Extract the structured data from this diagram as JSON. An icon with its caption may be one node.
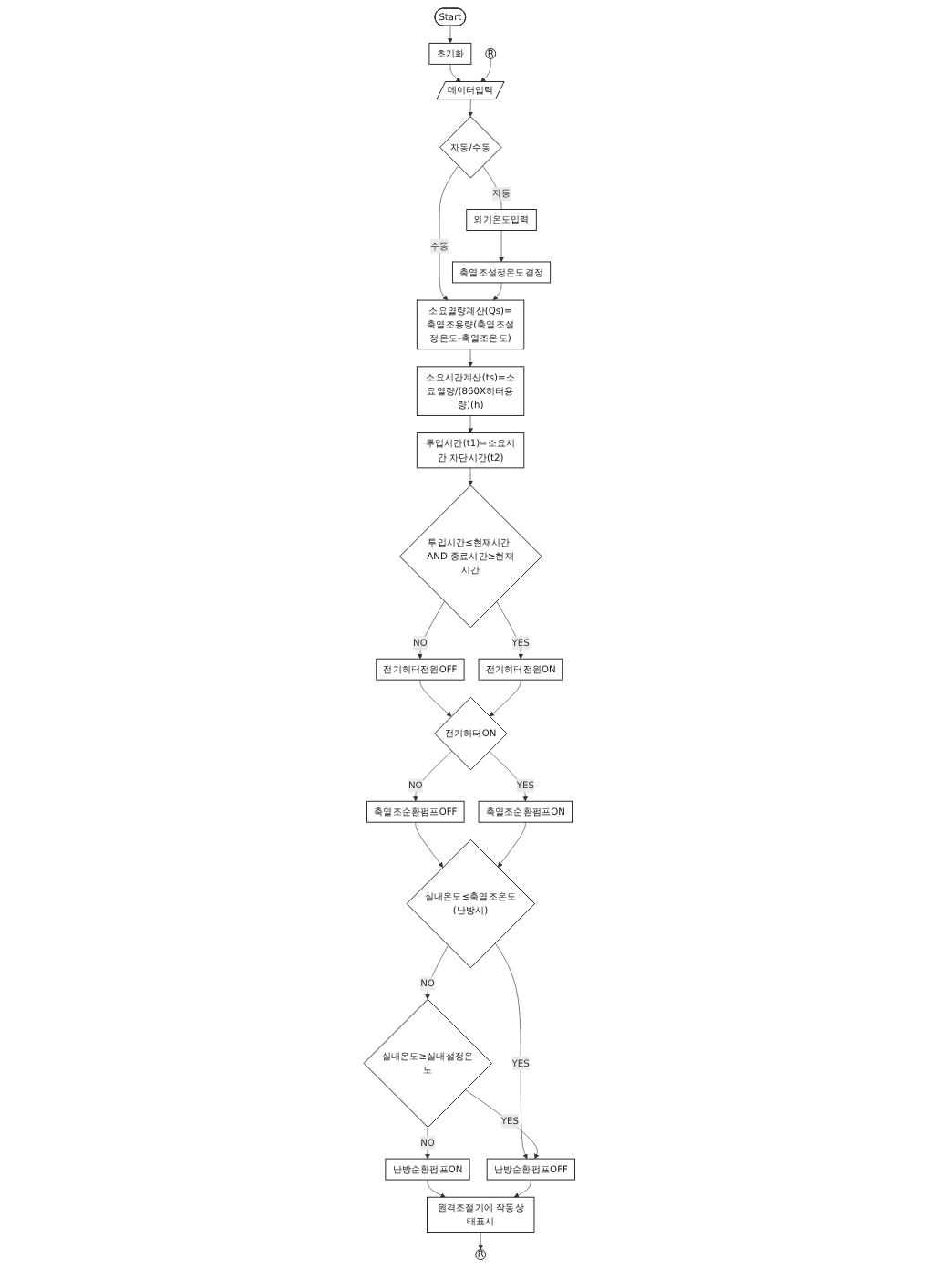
{
  "diagram": {
    "nodes": [
      {
        "text": [
          "Start"
        ]
      },
      {
        "text": [
          "초기화"
        ]
      },
      {
        "text": [
          "R"
        ]
      },
      {
        "text": [
          "데이터입력"
        ]
      },
      {
        "text": [
          "자동/수동"
        ]
      },
      {
        "text": [
          "외기온도입력"
        ]
      },
      {
        "text": [
          "축열조설정온도결정"
        ]
      },
      {
        "text": [
          "소요열량계산(Qs)=",
          "축열조용량(축열조설정온도-축열조온도)"
        ]
      },
      {
        "text": [
          "소요시간계산(ts)=소요열량/(860X히터용량)(h)"
        ]
      },
      {
        "text": [
          "투입시간(t1)=소요시간 차단시간(t2)"
        ]
      },
      {
        "text": [
          "투입시간≤현재시간 AND 종료시간≥현재시간"
        ]
      },
      {
        "text": [
          "전기히터전원OFF"
        ]
      },
      {
        "text": [
          "전기히터전원ON"
        ]
      },
      {
        "text": [
          "전기히터ON"
        ]
      },
      {
        "text": [
          "축열조순환펌프OFF"
        ]
      },
      {
        "text": [
          "축열조순환펌프ON"
        ]
      },
      {
        "text": [
          "실내온도≤축열조온도(난방시)"
        ]
      },
      {
        "text": [
          "실내온도≥실내설정온도"
        ]
      },
      {
        "text": [
          "난방순환펌프ON"
        ]
      },
      {
        "text": [
          "난방순환펌프OFF"
        ]
      },
      {
        "text": [
          "원격조절기에 작동상태표시"
        ]
      },
      {
        "text": [
          "R"
        ]
      }
    ],
    "edges": [
      {
        "from": 0,
        "to": 1,
        "arrow": "to"
      },
      {
        "from": 1,
        "to": 3,
        "arrow": "to"
      },
      {
        "from": 2,
        "to": 3,
        "arrow": "to"
      },
      {
        "from": 3,
        "to": 4,
        "arrow": "to"
      },
      {
        "from": 4,
        "to": 5,
        "arrow": "none",
        "label": "자동"
      },
      {
        "from": 5,
        "to": 6,
        "arrow": "to"
      },
      {
        "from": 4,
        "to": 7,
        "arrow": "to",
        "label": "수동"
      },
      {
        "from": 6,
        "to": 7,
        "arrow": "to"
      },
      {
        "from": 7,
        "to": 8,
        "arrow": "to"
      },
      {
        "from": 8,
        "to": 9,
        "arrow": "to"
      },
      {
        "from": 9,
        "to": 10,
        "arrow": "to"
      },
      {
        "from": 10,
        "to": 11,
        "arrow": "to",
        "label": "NO"
      },
      {
        "from": 10,
        "to": 12,
        "arrow": "to",
        "label": "YES"
      },
      {
        "from": 11,
        "to": 13,
        "arrow": "to"
      },
      {
        "from": 12,
        "to": 13,
        "arrow": "to"
      },
      {
        "from": 13,
        "to": 14,
        "arrow": "to",
        "label": "NO"
      },
      {
        "from": 13,
        "to": 15,
        "arrow": "to",
        "label": "YES"
      },
      {
        "from": 14,
        "to": 16,
        "arrow": "to"
      },
      {
        "from": 15,
        "to": 16,
        "arrow": "to"
      },
      {
        "from": 16,
        "to": 17,
        "arrow": "to",
        "label": "NO"
      },
      {
        "from": 16,
        "to": 19,
        "arrow": "to",
        "label": "YES"
      },
      {
        "from": 17,
        "to": 19,
        "arrow": "to",
        "label": "YES"
      },
      {
        "from": 17,
        "to": 18,
        "arrow": "to",
        "label": "NO"
      },
      {
        "from": 18,
        "to": 20,
        "arrow": "to"
      },
      {
        "from": 19,
        "to": 20,
        "arrow": "to"
      },
      {
        "from": 20,
        "to": 21,
        "arrow": "to"
      }
    ]
  }
}
